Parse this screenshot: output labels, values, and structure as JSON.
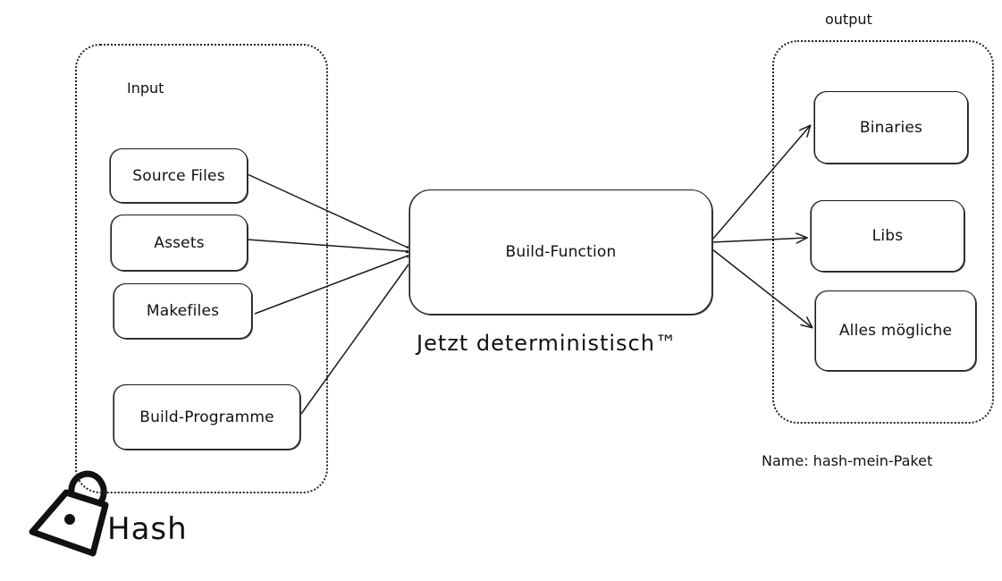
{
  "groups": {
    "input_label": "Input",
    "output_label": "output"
  },
  "inputs": [
    {
      "label": "Source Files"
    },
    {
      "label": "Assets"
    },
    {
      "label": "Makefiles"
    },
    {
      "label": "Build-Programme"
    }
  ],
  "function": {
    "label": "Build-Function",
    "caption": "Jetzt deterministisch™"
  },
  "outputs": [
    {
      "label": "Binaries"
    },
    {
      "label": "Libs"
    },
    {
      "label": "Alles mögliche"
    }
  ],
  "name_note": "Name: hash-mein-Paket",
  "hash_label": "Hash",
  "icons": {
    "lock": "lock-icon"
  }
}
